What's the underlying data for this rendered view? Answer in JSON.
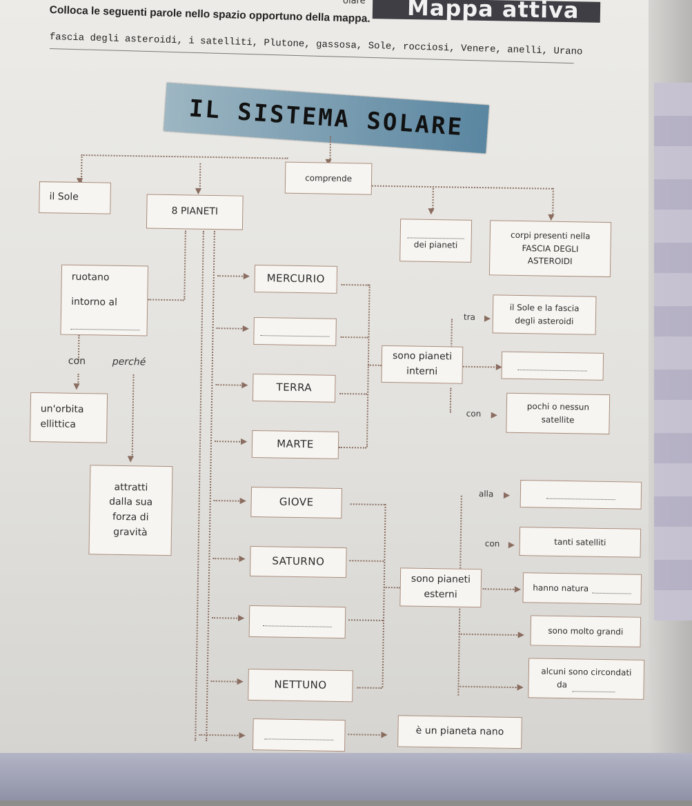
{
  "header": {
    "top_word": "oiare",
    "banner": "Mappa attiva",
    "instruction": "Colloca le seguenti parole nello spazio opportuno della mappa.",
    "word_bank": "fascia degli asteroidi, i satelliti, Plutone, gassosa, Sole, rocciosi, Venere, anelli, Urano"
  },
  "map": {
    "title": "IL SISTEMA SOLARE",
    "comprende": "comprende",
    "sole": "il Sole",
    "pianeti": "8 PIANETI",
    "dei_pianeti": "dei pianeti",
    "asteroidi_1": "corpi presenti nella",
    "asteroidi_2": "FASCIA DEGLI",
    "asteroidi_3": "ASTEROIDI",
    "ruotano_1": "ruotano",
    "ruotano_2": "intorno al",
    "con": "con",
    "perche": "perché",
    "orbita_1": "un'orbita",
    "orbita_2": "ellittica",
    "attratti_1": "attratti",
    "attratti_2": "dalla sua",
    "attratti_3": "forza di",
    "attratti_4": "gravità",
    "mercurio": "MERCURIO",
    "terra": "TERRA",
    "marte": "MARTE",
    "giove": "GIOVE",
    "saturno": "SATURNO",
    "nettuno": "NETTUNO",
    "interni_1": "sono pianeti",
    "interni_2": "interni",
    "tra": "tra",
    "tra_box_1": "il Sole e la fascia",
    "tra_box_2": "degli asteroidi",
    "con_interni": "con",
    "pochi_1": "pochi o nessun",
    "pochi_2": "satellite",
    "esterni_1": "sono pianeti",
    "esterni_2": "esterni",
    "alla": "alla",
    "con_esterni": "con",
    "tanti": "tanti satelliti",
    "natura": "hanno natura",
    "grandi": "sono molto grandi",
    "circondati_1": "alcuni sono circondati",
    "circondati_2": "da",
    "nano": "è un pianeta nano"
  }
}
